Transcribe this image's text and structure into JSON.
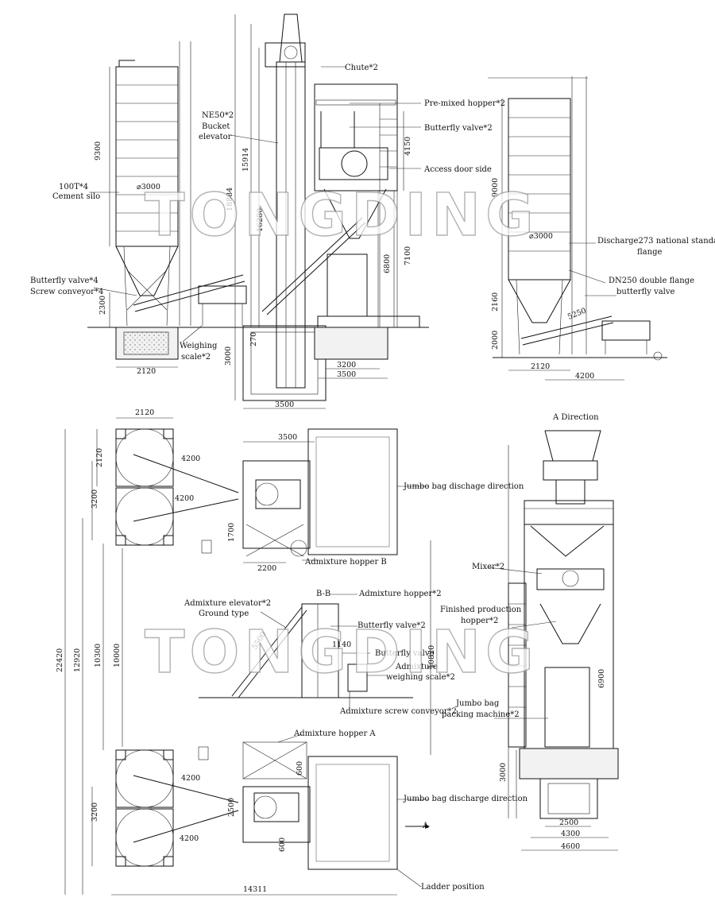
{
  "watermark": "TONGDING",
  "labels": {
    "chute": "Chute*2",
    "premixed_hopper": "Pre-mixed hopper*2",
    "butterfly_valve_top": "Butterfly valve*2",
    "access_door": "Access door side",
    "ne50": "NE50*2",
    "bucket": "Bucket",
    "elevator": "elevator",
    "cement_silo_1": "100T*4",
    "cement_silo_2": "Cement silo",
    "butterfly_valve_4": "Butterfly valve*4",
    "screw_conveyor_4": "Screw conveyor*4",
    "weighing_1": "Weighing",
    "weighing_2": "scale*2",
    "discharge_1": "Discharge273 national standard",
    "discharge_2": "flange",
    "dn250_1": "DN250 double flange",
    "dn250_2": "butterfly valve",
    "jumbo_dir_1": "Jumbo bag dischage direction",
    "admixture_hopper_b": "Admixture hopper B",
    "admixture_elevator_1": "Admixture elevator*2",
    "admixture_elevator_2": "Ground type",
    "bb": "B-B",
    "admixture_hopper": "Admixture hopper*2",
    "butterfly_valve_2b": "Butterfly valve*2",
    "butterfly_valve_c": "Butterfly valve",
    "admixture_weigh_1": "Admixture",
    "admixture_weigh_2": "weighing scale*2",
    "admixture_screw": "Admixture screw conveyor*2",
    "admixture_hopper_a": "Admixture hopper A",
    "jumbo_dir_2": "Jumbo bag discharge direction",
    "a_arrow": "A",
    "ladder": "Ladder position",
    "a_direction": "A Direction",
    "mixer": "Mixer*2",
    "finished_1": "Finished production",
    "finished_2": "hopper*2",
    "jumbo_pack_1": "Jumbo bag",
    "jumbo_pack_2": "packing machine*2"
  },
  "dimensions": {
    "d9300": "9300",
    "d3000_silo": "⌀3000",
    "d2300": "2300",
    "d2120_a": "2120",
    "d18884": "18884",
    "d15914": "15914",
    "d16280": "16280",
    "d3000_pit": "3000",
    "d270": "270",
    "d3200_a": "3200",
    "d3500_a": "3500",
    "d3500_b": "3500",
    "d4150": "4150",
    "d6800": "6800",
    "d7100": "7100",
    "d9000": "9000",
    "d3000_silo2": "⌀3000",
    "d2160": "2160",
    "d2000": "2000",
    "d2120_b": "2120",
    "d4200_side": "4200",
    "d5250": "5250",
    "d2120_top": "2120",
    "d2120_v": "2120",
    "d3200_p1": "3200",
    "d4200_p1": "4200",
    "d4200_p2": "4200",
    "d3500_p": "3500",
    "d1700": "1700",
    "d2200": "2200",
    "d22420": "22420",
    "d12920": "12920",
    "d10300": "10300",
    "d10000": "10000",
    "d10820": "10820",
    "d5500": "5500",
    "d1140": "1140",
    "d3200_p2": "3200",
    "d4200_p3": "4200",
    "d4200_p4": "4200",
    "d2500_p": "2500",
    "d600_a": "600",
    "d600_b": "600",
    "d14311": "14311",
    "d6900": "6900",
    "d3000_a": "3000",
    "d2500_a": "2500",
    "d4300": "4300",
    "d4600": "4600"
  }
}
